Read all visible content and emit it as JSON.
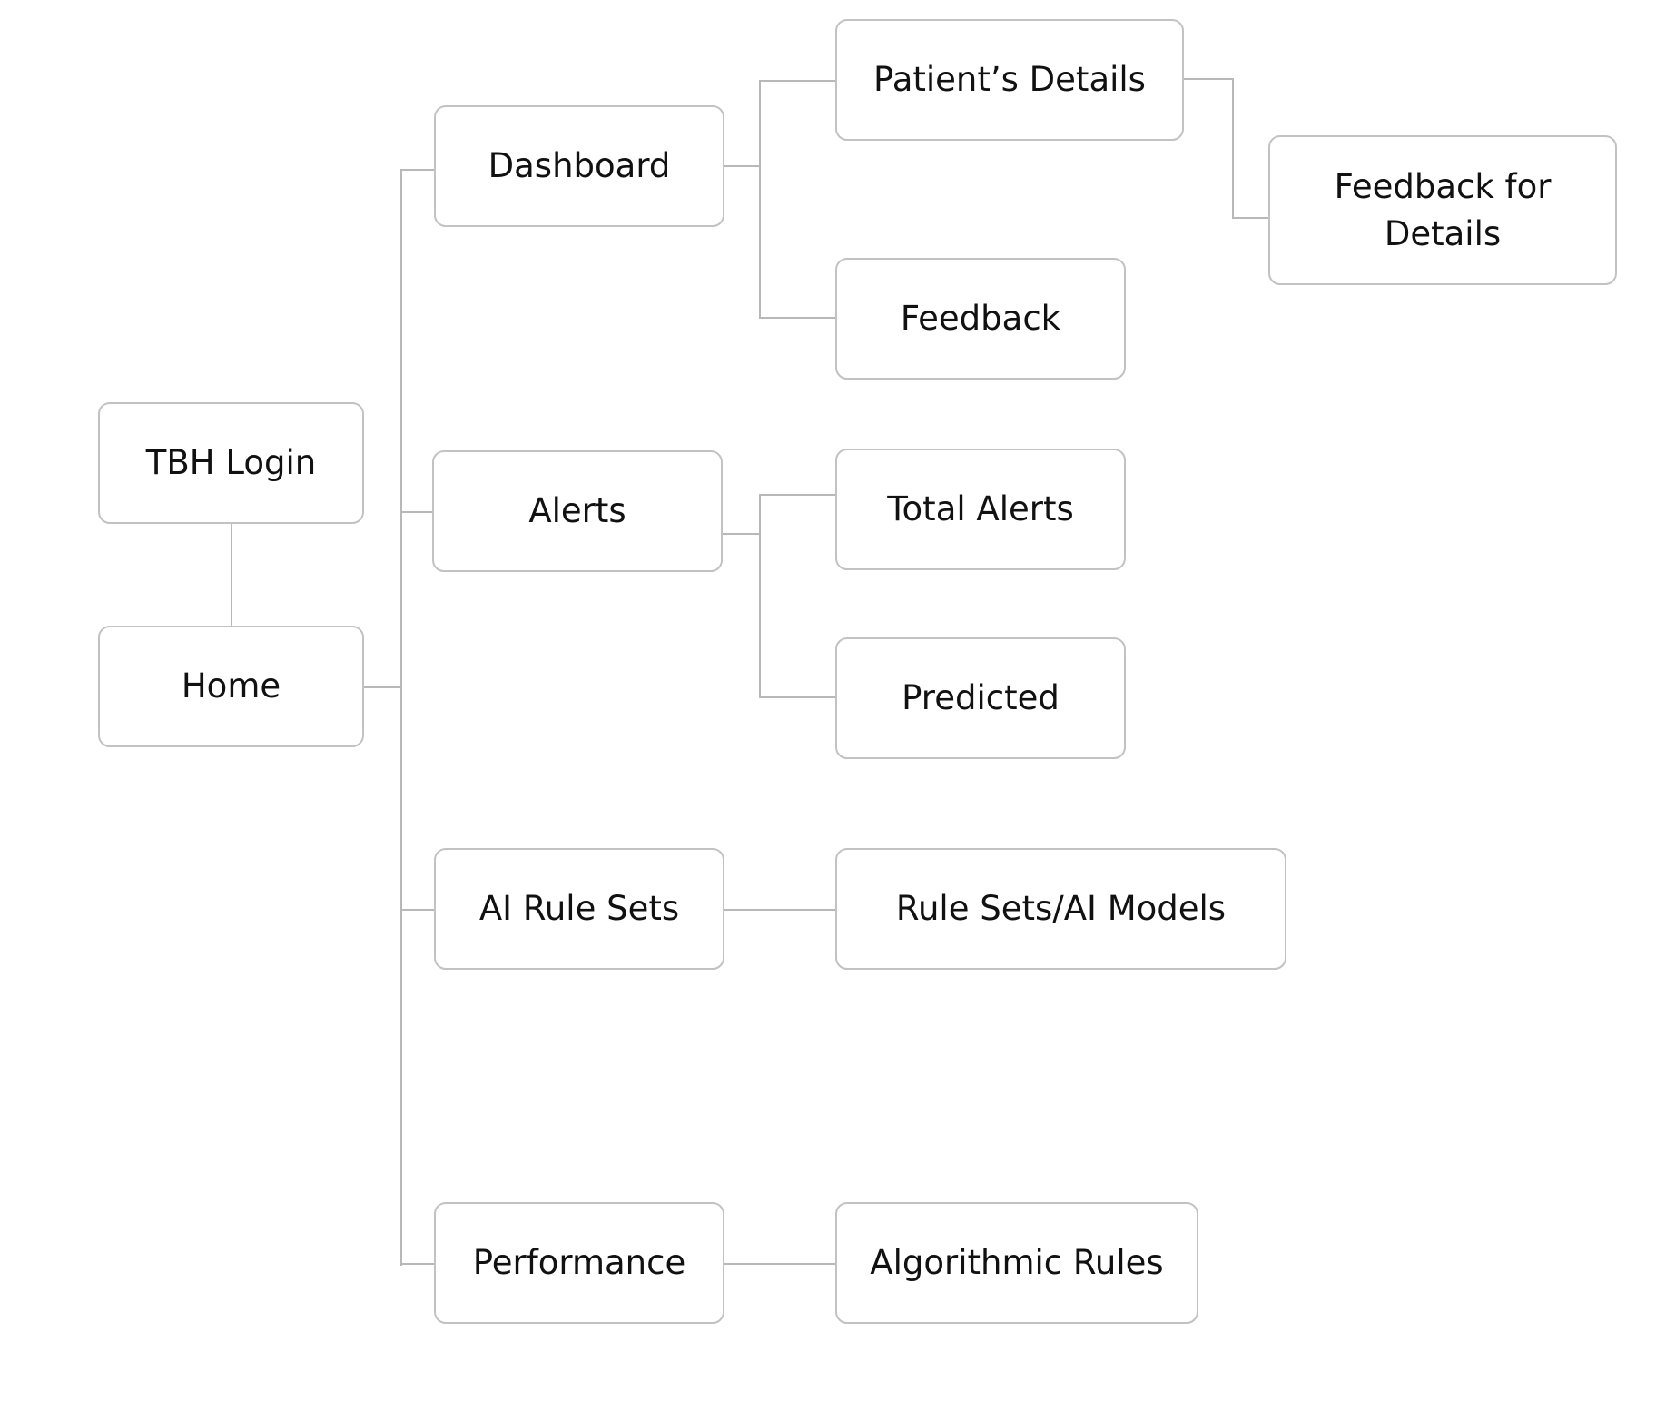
{
  "diagram": {
    "type": "sitemap-tree",
    "nodes": {
      "tbh_login": "TBH Login",
      "home": "Home",
      "dashboard": "Dashboard",
      "alerts": "Alerts",
      "ai_rule_sets": "AI Rule Sets",
      "performance": "Performance",
      "patients_details": "Patient’s Details",
      "feedback": "Feedback",
      "feedback_for_details": "Feedback for\nDetails",
      "total_alerts": "Total Alerts",
      "predicted": "Predicted",
      "rule_sets_ai_models": "Rule Sets/AI Models",
      "algorithmic_rules": "Algorithmic Rules"
    },
    "edges": [
      [
        "tbh_login",
        "home"
      ],
      [
        "home",
        "dashboard"
      ],
      [
        "home",
        "alerts"
      ],
      [
        "home",
        "ai_rule_sets"
      ],
      [
        "home",
        "performance"
      ],
      [
        "dashboard",
        "patients_details"
      ],
      [
        "dashboard",
        "feedback"
      ],
      [
        "patients_details",
        "feedback_for_details"
      ],
      [
        "alerts",
        "total_alerts"
      ],
      [
        "alerts",
        "predicted"
      ],
      [
        "ai_rule_sets",
        "rule_sets_ai_models"
      ],
      [
        "performance",
        "algorithmic_rules"
      ]
    ],
    "colors": {
      "node_border": "#c2c2c2",
      "connector": "#b8b8b8",
      "text": "#111111",
      "background": "#ffffff"
    }
  }
}
